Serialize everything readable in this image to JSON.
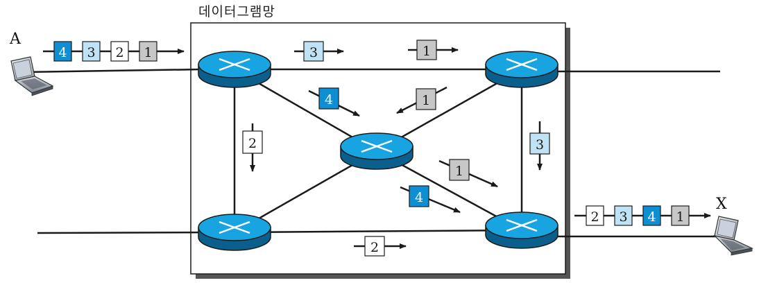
{
  "title": "데이터그램망",
  "hosts": {
    "source": "A",
    "destination": "X"
  },
  "colors": {
    "dark_packet": "#0e8fd3",
    "light_packet": "#bfe3f5",
    "white_packet": "#ffffff",
    "gray_packet": "#c7c7c7",
    "router_top": "#18a4e0",
    "router_side": "#0a5f8c",
    "line": "#1a1a1a"
  },
  "packet_styles": {
    "1": "gray",
    "2": "white",
    "3": "light",
    "4": "dark"
  },
  "packets": {
    "source_queue": [
      "4",
      "3",
      "2",
      "1"
    ],
    "dest_queue": [
      "2",
      "3",
      "4",
      "1"
    ],
    "top_link_a": "3",
    "top_link_b": "1",
    "left_link": "2",
    "right_link": "3",
    "bottom_link": "2",
    "diag_tl_center": "4",
    "diag_tr_center": "1",
    "diag_center_br_a": "1",
    "diag_center_br_b": "4"
  }
}
